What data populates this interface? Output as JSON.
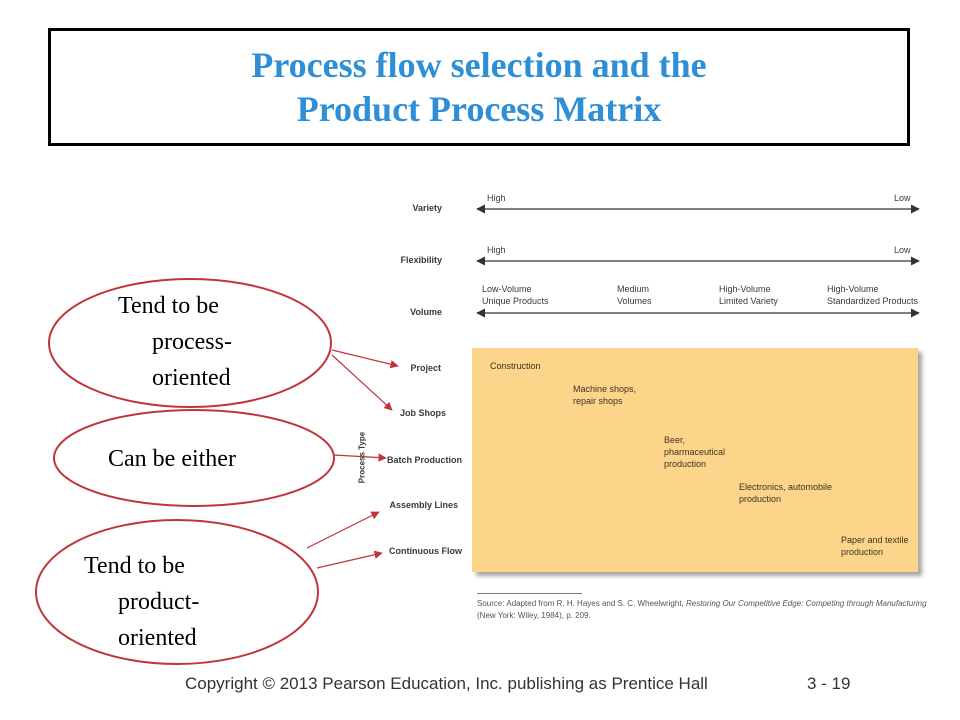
{
  "title": {
    "line1": "Process flow selection and the",
    "line2": "Product Process Matrix"
  },
  "scales": [
    {
      "label": "Variety",
      "left": "High",
      "right": "Low"
    },
    {
      "label": "Flexibility",
      "left": "High",
      "right": "Low"
    }
  ],
  "volume": {
    "label": "Volume",
    "ticks": [
      {
        "l1": "Low-Volume",
        "l2": "Unique Products"
      },
      {
        "l1": "Medium",
        "l2": "Volumes"
      },
      {
        "l1": "High-Volume",
        "l2": "Limited Variety"
      },
      {
        "l1": "High-Volume",
        "l2": "Standardized Products"
      }
    ]
  },
  "process_axis_label": "Process Type",
  "process_types": [
    "Project",
    "Job Shops",
    "Batch Production",
    "Assembly Lines",
    "Continuous Flow"
  ],
  "matrix_items": [
    {
      "l1": "Construction",
      "l2": ""
    },
    {
      "l1": "Machine shops,",
      "l2": "repair shops"
    },
    {
      "l1": "Beer,",
      "l2": "pharmaceutical",
      "l3": "production"
    },
    {
      "l1": "Electronics, automobile",
      "l2": "production"
    },
    {
      "l1": "Paper and textile",
      "l2": "production"
    }
  ],
  "bubbles": [
    {
      "lines": [
        "Tend to be",
        "process-",
        "oriented"
      ]
    },
    {
      "lines": [
        "Can be either"
      ]
    },
    {
      "lines": [
        "Tend to be",
        "product-",
        "oriented"
      ]
    }
  ],
  "source": {
    "prefix": "Source: Adapted from R. H. Hayes and S. C. Wheelwright, ",
    "italic": "Restoring Our Competitive Edge: Competing through Manufacturing",
    "suffix": " (New York: Wiley, 1984), p. 209."
  },
  "footer": {
    "copyright": "Copyright © 2013 Pearson Education, Inc. publishing as Prentice Hall",
    "page": "3 - 19"
  },
  "colors": {
    "title": "#2e8ed6",
    "matrix": "#fdd58a",
    "bubble_border": "#c0353a",
    "arrow": "#c0353a"
  }
}
